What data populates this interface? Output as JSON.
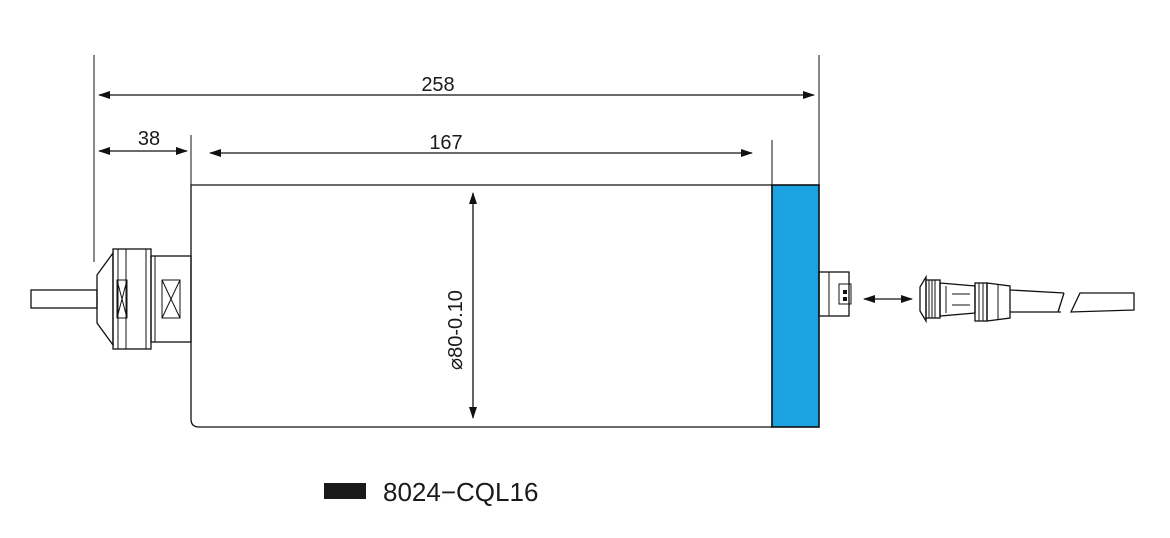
{
  "dimensions": {
    "overall_length": "258",
    "gland_length": "38",
    "body_length": "167",
    "diameter": "⌀80-0.10"
  },
  "caption": {
    "model": "8024−CQL16"
  },
  "colors": {
    "end_cap": "#1aa3e0",
    "outline": "#111111",
    "legend_block": "#1a1a1a"
  }
}
